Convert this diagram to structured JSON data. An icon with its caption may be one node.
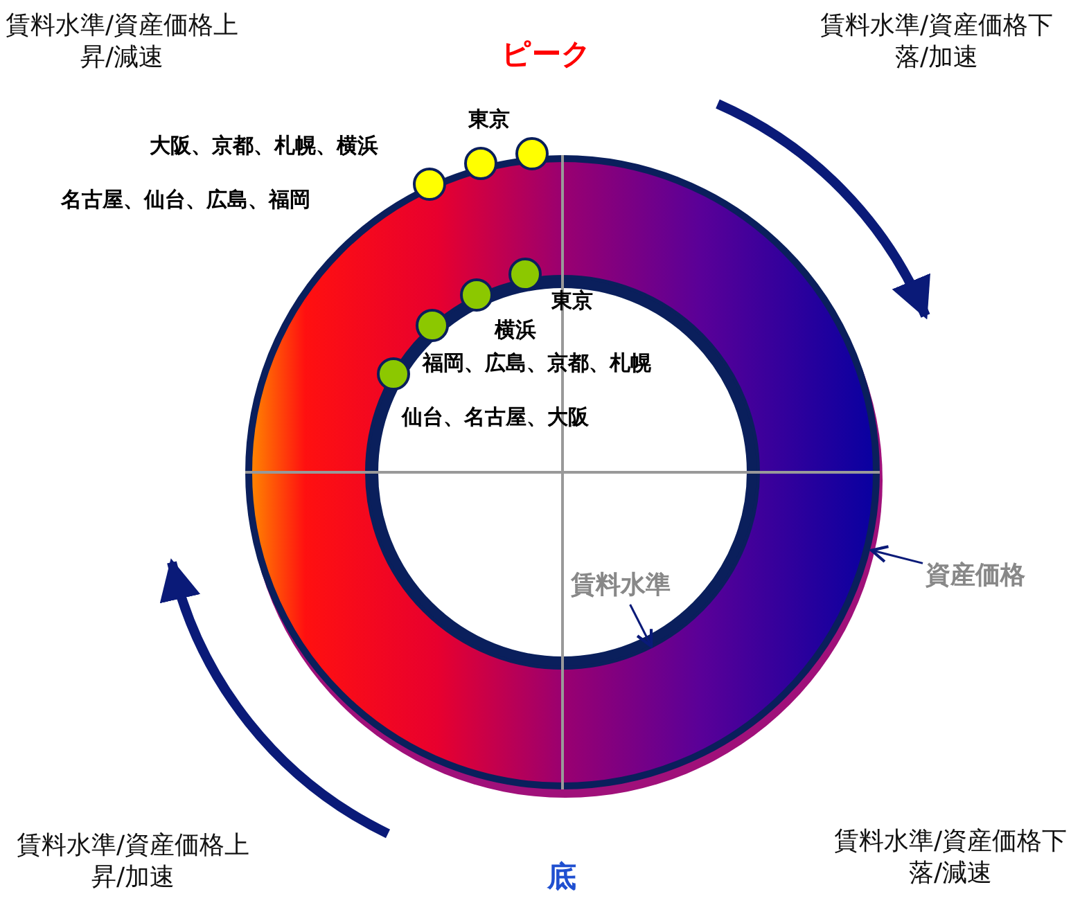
{
  "diagram": {
    "nodes": [
      {
        "text": [
          "資産価格"
        ]
      },
      {
        "text": [],
        "shape": "circle"
      },
      {
        "text": [
          "賃料水準"
        ],
        "in": 3
      },
      {
        "text": [],
        "shape": "circle",
        "in": 1
      }
    ],
    "edges": [
      {
        "from": 0,
        "to": 1,
        "arrow": "to"
      },
      {
        "from": 2,
        "to": 3,
        "arrow": "to"
      }
    ],
    "labels": [
      "賃料水準/資産価格上昇/減速",
      "ピーク",
      "賃料水準/資産価格下落/加速",
      "東京",
      "大阪、京都、札幌、横浜",
      "名古屋、仙台、広島、福岡",
      "東京",
      "横浜",
      "福岡、広島、京都、札幌",
      "仙台、名古屋、大阪",
      "賃料水準/資産価格上昇/加速",
      "底",
      "賃料水準/資産価格下落/減速"
    ]
  }
}
